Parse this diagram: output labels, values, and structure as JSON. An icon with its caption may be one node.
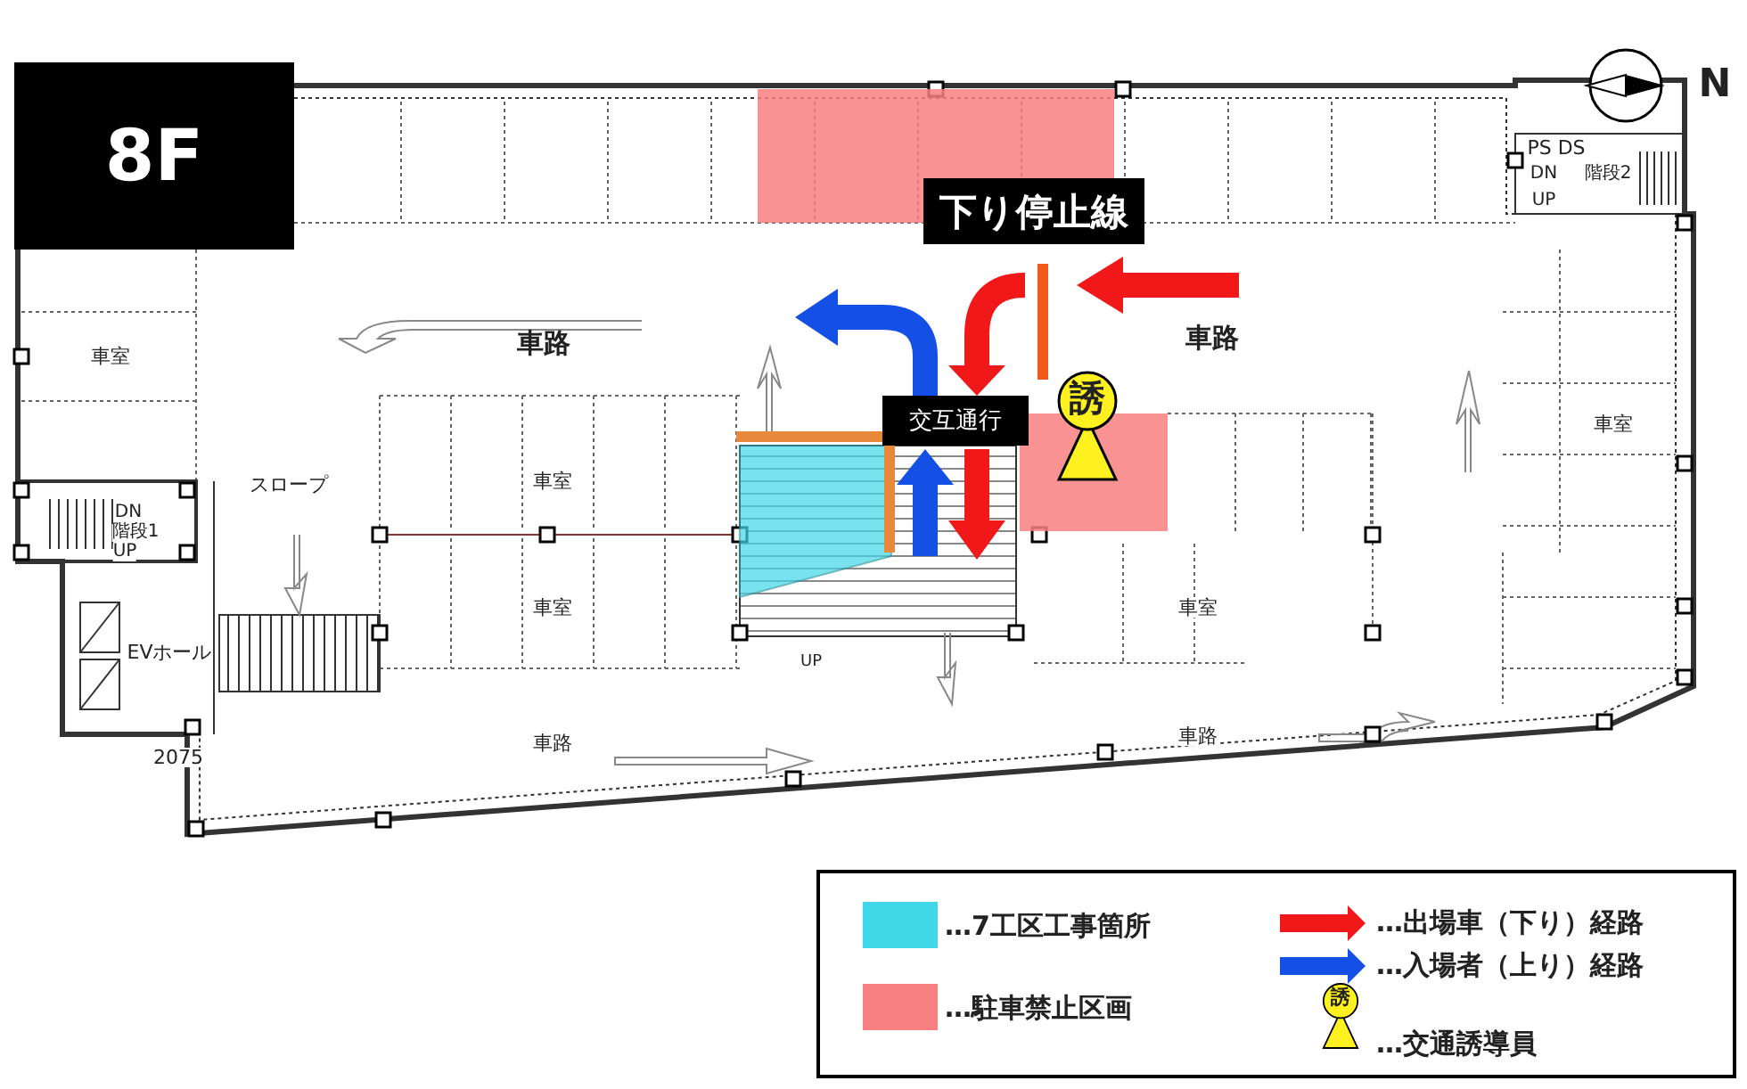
{
  "diagram": {
    "nodes": [
      {
        "text": [
          "8F"
        ]
      },
      {
        "text": [
          "下り停止線"
        ]
      },
      {
        "text": [
          "交互通行"
        ]
      },
      {
        "text": [
          "誘"
        ]
      }
    ],
    "labels": [
      "PS DS",
      "DN",
      "階段2",
      "UP",
      "N",
      "車路",
      "車路",
      "車室",
      "車室",
      "スロープ",
      "車室",
      "DN",
      "階段1",
      "UP",
      "車室",
      "車室",
      "EVホール",
      "UP",
      "車路",
      "車路",
      "2075",
      "誘"
    ],
    "legend": [
      {
        "text": "…7工区工事箇所",
        "color": "#40d8e8"
      },
      {
        "text": "…駐車禁止区画",
        "color": "#f88080"
      },
      {
        "text": "…出場車（下り）経路"
      },
      {
        "text": "…入場者（上り）経路"
      },
      {
        "text": "…交通誘導員"
      }
    ]
  }
}
